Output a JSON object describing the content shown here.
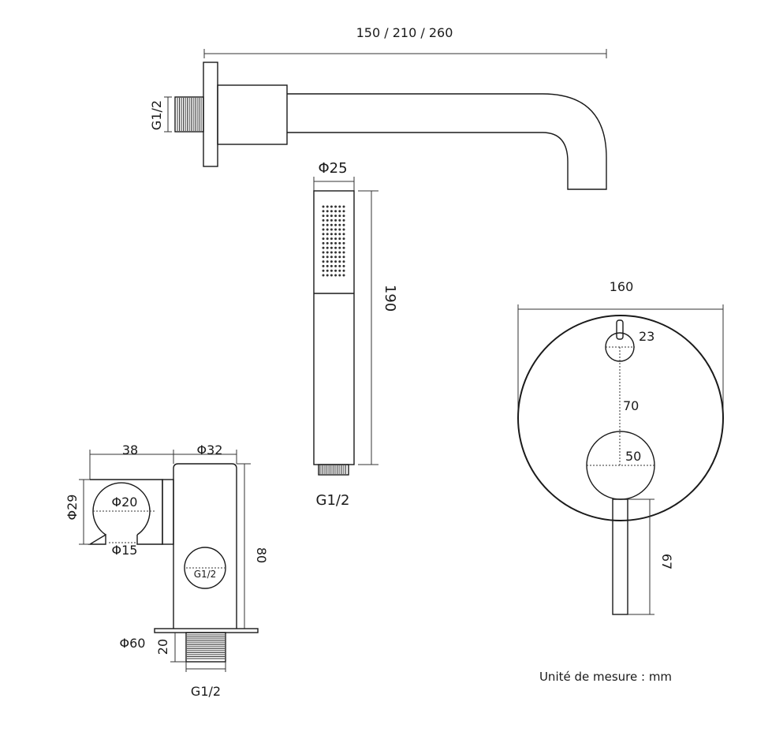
{
  "spout": {
    "length_label": "150 / 210 / 260",
    "thread_label": "G1/2"
  },
  "hand_shower": {
    "diameter_label": "Φ25",
    "length_label": "190",
    "thread_label": "G1/2"
  },
  "diverter_plate": {
    "width_label": "160",
    "knob_label": "23",
    "spacing_label": "70",
    "handle_base_label": "50",
    "lever_label": "67"
  },
  "wall_outlet": {
    "holder_width_label": "38",
    "body_diameter_label": "Φ32",
    "holder_height_label": "Φ29",
    "holder_inner_label": "Φ20",
    "holder_gap_label": "Φ15",
    "height_label": "80",
    "inner_thread_label": "G1/2",
    "flange_label": "Φ60",
    "thread_length_label": "20",
    "bottom_thread_label": "G1/2"
  },
  "footer": {
    "unit_note": "Unité de mesure : mm"
  }
}
